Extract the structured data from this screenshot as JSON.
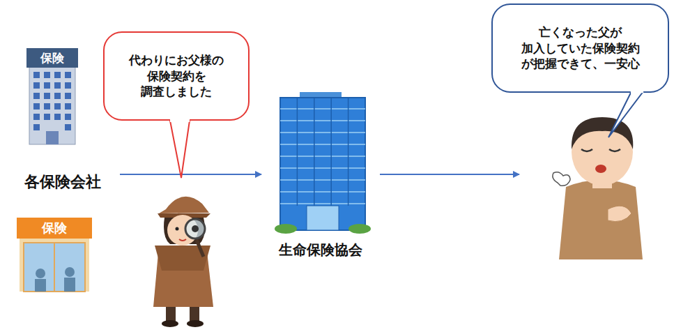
{
  "diagram": {
    "nodes": [
      {
        "text": [
          "各保険会社"
        ]
      },
      {
        "text": [
          "代わりにお父様の 保険契約を 調査しました"
        ]
      },
      {
        "text": [
          "生命保険協会"
        ]
      },
      {
        "text": [
          "亡くなった父が 加入していた保険契約 が把握できて、一安心"
        ]
      }
    ],
    "edges": [
      {
        "from": 0,
        "to": 2,
        "arrow": "to"
      },
      {
        "from": 2,
        "to": 3,
        "arrow": "to"
      }
    ],
    "labels": [
      "保険",
      "保険"
    ]
  }
}
